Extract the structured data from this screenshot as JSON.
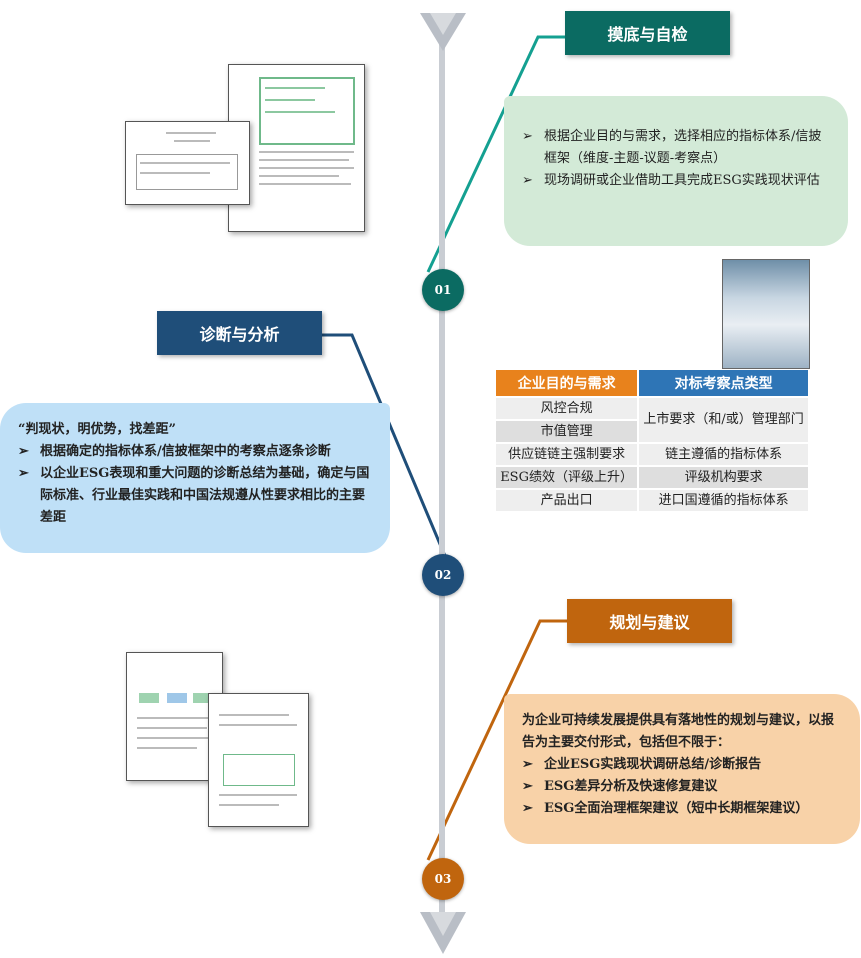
{
  "steps": [
    {
      "number": "01",
      "title": "摸底与自检",
      "bullets": [
        "根据企业目的与需求，选择相应的指标体系/信披框架（维度-主题-议题-考察点）",
        "现场调研或企业借助工具完成ESG实践现状评估"
      ]
    },
    {
      "number": "02",
      "title": "诊断与分析",
      "intro": "“判现状，明优势，找差距”",
      "bullets": [
        "根据确定的指标体系/信披框架中的考察点逐条诊断",
        "以企业ESG表现和重大问题的诊断总结为基础，确定与国际标准、行业最佳实践和中国法规遵从性要求相比的主要差距"
      ]
    },
    {
      "number": "03",
      "title": "规划与建议",
      "intro": "为企业可持续发展提供具有落地性的规划与建议，以报告为主要交付形式，包括但不限于：",
      "bullets": [
        "企业ESG实践现状调研总结/诊断报告",
        "ESG差异分析及快速修复建议",
        "ESG全面治理框架建议（短中长期框架建议）"
      ]
    }
  ],
  "bullet_marker": "➢",
  "table": {
    "headers": [
      "企业目的与需求",
      "对标考察点类型"
    ],
    "left": [
      "风控合规",
      "市值管理",
      "供应链链主强制要求",
      "ESG绩效（评级上升）",
      "产品出口"
    ],
    "right": [
      "上市要求（和/或）管理部门",
      "链主遵循的指标体系",
      "评级机构要求",
      "进口国遵循的指标体系"
    ]
  },
  "colors": {
    "step1": "#0b6b62",
    "step2": "#1f4e79",
    "step3": "#c0650e",
    "box1": "#d3ead7",
    "box2": "#bfe0f7",
    "box3": "#f8d2a8",
    "th_left": "#e8821c",
    "th_right": "#2e75b6",
    "timeline": "#c9cdd3"
  },
  "icons": [
    "timeline-arrow-down-icon"
  ]
}
